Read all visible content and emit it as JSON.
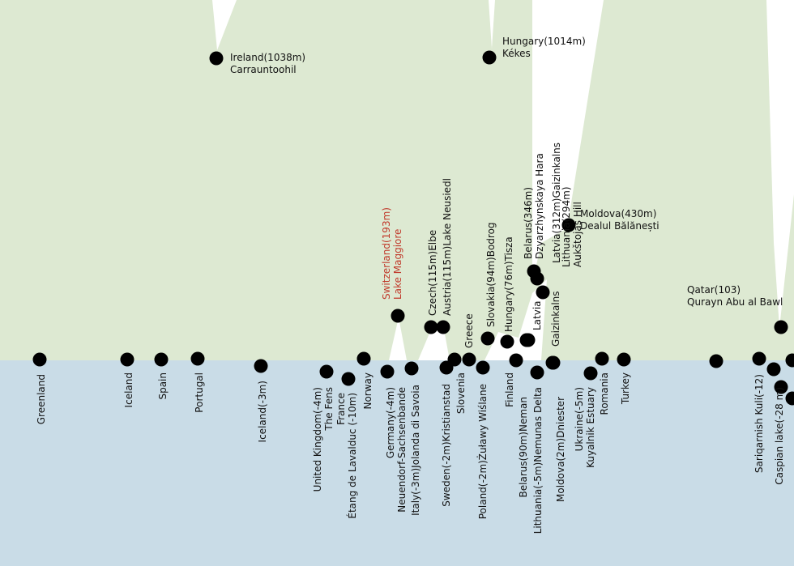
{
  "colors": {
    "land": "#dde9d2",
    "water": "#c9dce7",
    "spike": "#ffffff",
    "dot": "#000000",
    "text": "#111111",
    "highlight": "#c0392b"
  },
  "chart_data": {
    "type": "scatter",
    "grid": false,
    "legend": "none",
    "points": [
      {
        "label": [
          "Greenland"
        ],
        "side": "below"
      },
      {
        "label": [
          "Iceland"
        ],
        "side": "below"
      },
      {
        "label": [
          "Spain"
        ],
        "side": "below"
      },
      {
        "label": [
          "Portugal"
        ],
        "side": "below"
      },
      {
        "label": [
          "Iceland(-3m)"
        ],
        "side": "below"
      },
      {
        "label": [
          "United Kingdom(-4m)",
          "The Fens"
        ],
        "side": "below"
      },
      {
        "label": [
          "France",
          "Étang de Lavalduc (-10m)"
        ],
        "side": "below"
      },
      {
        "label": [
          "Norway"
        ],
        "side": "below"
      },
      {
        "label": [
          "Germany(-4m)",
          "Neuendorf-Sachsenbande"
        ],
        "side": "below"
      },
      {
        "label": [
          "Italy(-3m)Jolanda di Savoia"
        ],
        "side": "below"
      },
      {
        "label": [
          "Sweden(-2m)Kristianstad"
        ],
        "side": "below"
      },
      {
        "label": [
          "Slovenia"
        ],
        "side": "below"
      },
      {
        "label": [
          "Greece"
        ],
        "side": "above"
      },
      {
        "label": [
          "Poland(-2m)Żuławy Wiślane"
        ],
        "side": "below"
      },
      {
        "label": [
          "Finland"
        ],
        "side": "below"
      },
      {
        "label": [
          "Belarus(90m)Neman"
        ],
        "side": "below"
      },
      {
        "label": [
          "Lithuania(-5m)Nemunas Delta"
        ],
        "side": "below"
      },
      {
        "label": [
          "Moldova(2m)Dniester"
        ],
        "side": "below"
      },
      {
        "label": [
          "Ukraine(-5m)",
          "Kuyalnik Estuary"
        ],
        "side": "below"
      },
      {
        "label": [
          "Romania"
        ],
        "side": "below"
      },
      {
        "label": [
          "Turkey"
        ],
        "side": "below"
      },
      {
        "label": [
          "Sariqarnish Kuli(-12)"
        ],
        "side": "below"
      },
      {
        "label": [
          "Caspian lake(-28 m)"
        ],
        "side": "below"
      },
      {
        "label": [
          "Switzerland(193m)",
          "Lake Maggiore"
        ],
        "side": "above",
        "highlight": true
      },
      {
        "label": [
          "Czech(115m)Elbe"
        ],
        "side": "above"
      },
      {
        "label": [
          "Austria(115m)Lake Neusiedl"
        ],
        "side": "above"
      },
      {
        "label": [
          "Slovakia(94m)Bodrog"
        ],
        "side": "above"
      },
      {
        "label": [
          "Hungary(76m)Tisza"
        ],
        "side": "above"
      },
      {
        "label": [
          "Latvia"
        ],
        "side": "above"
      },
      {
        "label": [
          "Belarus(346m)",
          "Dzyarzhynskaya Hara"
        ],
        "side": "above"
      },
      {
        "label": [
          "Latvia(312m)Gaizinkalns"
        ],
        "side": "above"
      },
      {
        "label": [
          "Gaizinkalns"
        ],
        "side": "above"
      },
      {
        "label": [
          "Lithuania(294m)",
          "Aukštojas Hill"
        ],
        "side": "above"
      },
      {
        "label": [
          "Moldova(430m)",
          "Dealul Bălănești"
        ],
        "side": "above"
      },
      {
        "label": [
          "Qatar(103)",
          "Qurayn Abu al Bawl"
        ],
        "side": "above"
      },
      {
        "label": [
          "Ireland(1038m)",
          "Carrauntoohil"
        ],
        "side": "above"
      },
      {
        "label": [
          "Hungary(1014m)",
          "Kékes"
        ],
        "side": "above"
      }
    ]
  }
}
